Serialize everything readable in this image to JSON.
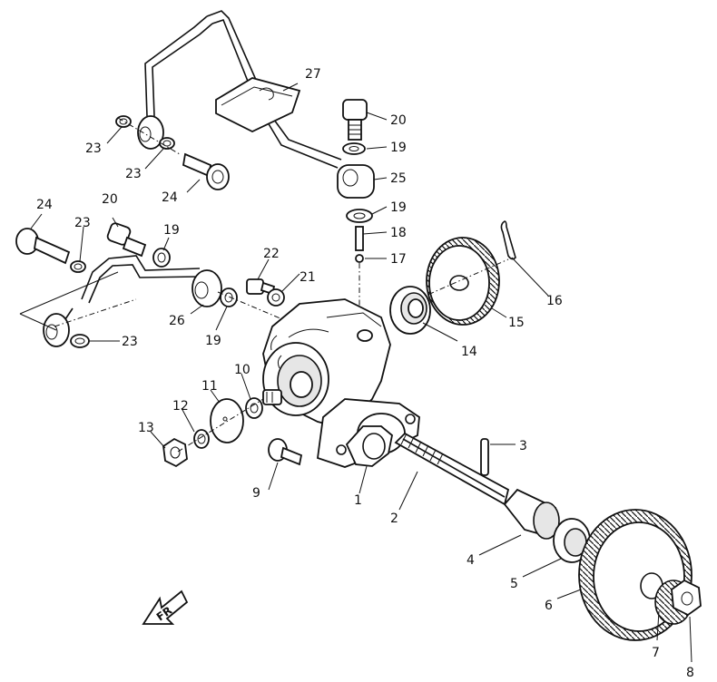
{
  "diagram": {
    "front_indicator": "FR",
    "labels": {
      "l1": "1",
      "l2": "2",
      "l3": "3",
      "l4": "4",
      "l5": "5",
      "l6": "6",
      "l7": "7",
      "l8": "8",
      "l9": "9",
      "l10": "10",
      "l11": "11",
      "l12": "12",
      "l13": "13",
      "l14": "14",
      "l15": "15",
      "l16": "16",
      "l17": "17",
      "l18": "18",
      "l19a": "19",
      "l19b": "19",
      "l19c": "19",
      "l19d": "19",
      "l20a": "20",
      "l20b": "20",
      "l21": "21",
      "l22": "22",
      "l23a": "23",
      "l23b": "23",
      "l23c": "23",
      "l23d": "23",
      "l24a": "24",
      "l24b": "24",
      "l25": "25",
      "l26": "26",
      "l27": "27"
    }
  }
}
